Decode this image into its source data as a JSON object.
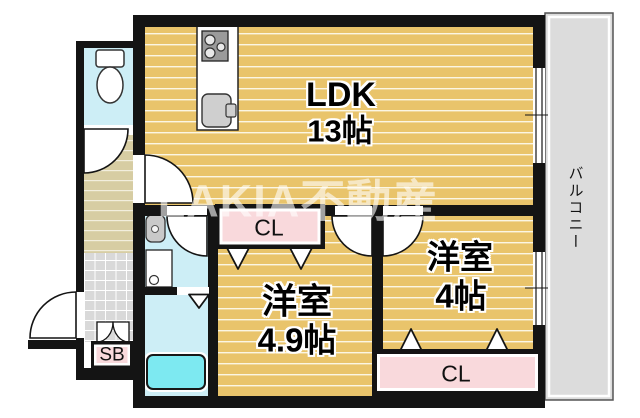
{
  "watermark": {
    "text": "LAKIA不動産"
  },
  "rooms": {
    "ldk": {
      "name": "LDK",
      "size": "13帖"
    },
    "western_49": {
      "name": "洋室",
      "size": "4.9帖"
    },
    "western_4": {
      "name": "洋室",
      "size": "4帖"
    },
    "balcony": {
      "label": "バルコニー"
    }
  },
  "storage": {
    "closet_49_label": "CL",
    "closet_4_label": "CL",
    "shoebox_label": "SB"
  },
  "fixtures": {
    "toilet": "toilet-icon",
    "kitchen_stove": "stove-icon",
    "kitchen_sink": "sink-icon",
    "vanity": "washbasin-icon",
    "washing_machine": "washing-machine-icon",
    "bathtub": "bathtub-icon"
  },
  "colors": {
    "wall": "#141414",
    "floor": "#e9c46b",
    "floor_stripe": "#fbf6e4",
    "hall": "#d7cda3",
    "hall_stripe": "#f2eedd",
    "tile": "#d9d9d9",
    "water": "#cdeef6",
    "bathtub": "#7de9f1",
    "closet": "#f9d9dc",
    "balcony": "#dcdcdc"
  }
}
